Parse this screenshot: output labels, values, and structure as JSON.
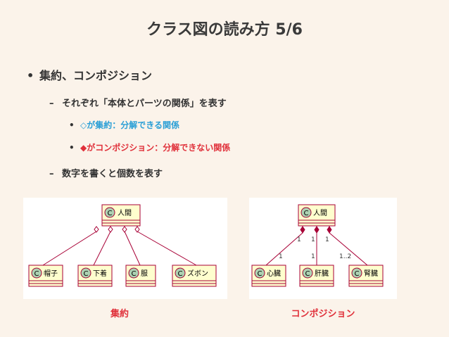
{
  "slide": {
    "title": "クラス図の読み方 5/6",
    "bullets": {
      "level1": "集約、コンポジション",
      "level2_a": "それぞれ「本体とパーツの関係」を表す",
      "level3_a": "◇が集約：分解できる関係",
      "level3_b": "◆がコンポジション：分解できない関係",
      "level2_b": "数字を書くと個数を表す"
    },
    "markers": {
      "bullet": "•",
      "dash": "–"
    }
  },
  "aggregation_diagram": {
    "caption": "集約",
    "parent": "人間",
    "children": [
      "帽子",
      "下着",
      "服",
      "ズボン"
    ]
  },
  "composition_diagram": {
    "caption": "コンポジション",
    "parent": "人間",
    "children": [
      "心臓",
      "肝臓",
      "腎臓"
    ],
    "multiplicities_parent": [
      "1",
      "1",
      "1"
    ],
    "multiplicities_child": [
      "1",
      "1",
      "1..2"
    ]
  },
  "colors": {
    "accent_blue": "#2a9fd6",
    "accent_red": "#e0303a",
    "class_fill": "#fefece",
    "class_border": "#a80036",
    "circle_fill": "#add1b2"
  },
  "icons": {
    "class_badge": "class-c-icon"
  }
}
